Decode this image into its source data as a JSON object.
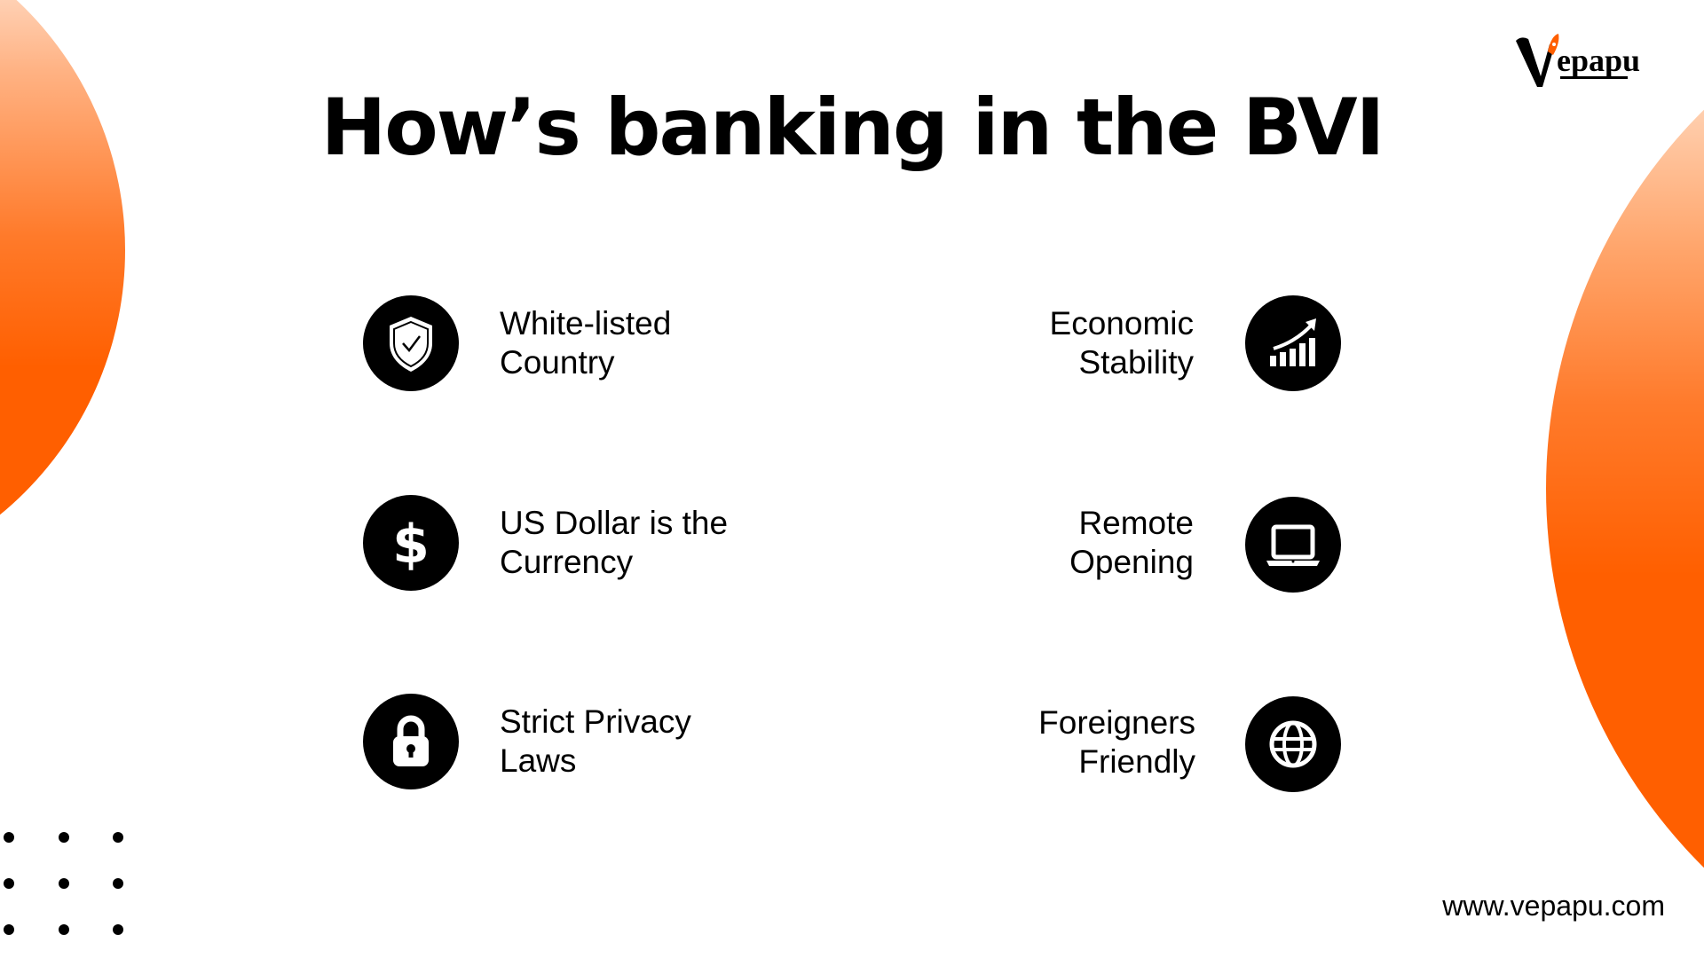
{
  "title": "How’s banking in the BVI",
  "logo": {
    "text": "Vepapu",
    "accent": "#ff5f00"
  },
  "features_left": [
    {
      "label_line1": "White-listed",
      "label_line2": "Country",
      "icon": "shield-check-icon"
    },
    {
      "label_line1": "US Dollar is the",
      "label_line2": "Currency",
      "icon": "dollar-icon"
    },
    {
      "label_line1": "Strict Privacy",
      "label_line2": "Laws",
      "icon": "lock-icon"
    }
  ],
  "features_right": [
    {
      "label_line1": "Economic",
      "label_line2": "Stability",
      "icon": "growth-chart-icon"
    },
    {
      "label_line1": "Remote",
      "label_line2": "Opening",
      "icon": "laptop-icon"
    },
    {
      "label_line1": "Foreigners",
      "label_line2": "Friendly",
      "icon": "globe-icon"
    }
  ],
  "website": "www.vepapu.com",
  "colors": {
    "accent": "#ff5f00",
    "peach": "#ffd9bf",
    "text": "#000000"
  }
}
